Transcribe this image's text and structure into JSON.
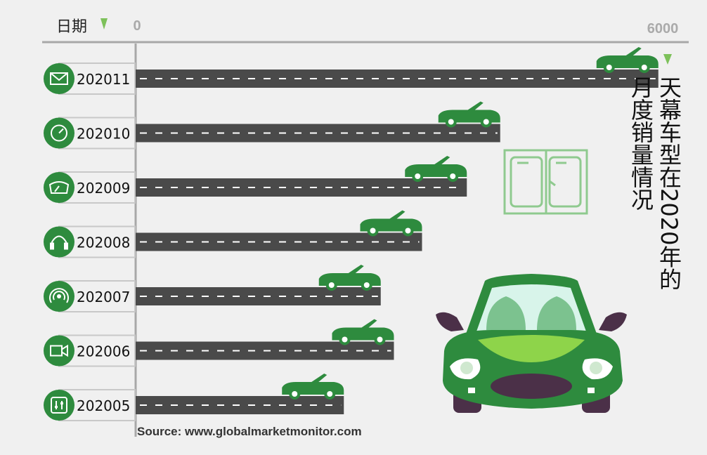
{
  "title": "天幕车型在2020年的月度销量情况",
  "axis": {
    "category_title": "日期"
  },
  "source": "Source: www.globalmarketmonitor.com",
  "colors": {
    "accent": "#2e8b3e",
    "road": "#4a4a4a",
    "axis": "#a8a8a8",
    "bg": "#f0f0f0",
    "lime": "#8ed44a"
  },
  "chart_data": {
    "type": "bar",
    "orientation": "horizontal",
    "title": "天幕车型在2020年的月度销量情况",
    "ylabel": "日期",
    "xlabel": "",
    "xlim": [
      0,
      6000
    ],
    "x_ticks": [
      "0",
      "6000"
    ],
    "categories": [
      "202011",
      "202010",
      "202009",
      "202008",
      "202007",
      "202006",
      "202005"
    ],
    "values": [
      5950,
      4150,
      3770,
      3260,
      2790,
      2940,
      2370
    ],
    "icons": [
      "mail-icon",
      "speedometer-icon",
      "windshield-icon",
      "headphones-icon",
      "signal-icon",
      "video-camera-icon",
      "equalizer-icon"
    ],
    "grid": false,
    "legend": "none"
  }
}
